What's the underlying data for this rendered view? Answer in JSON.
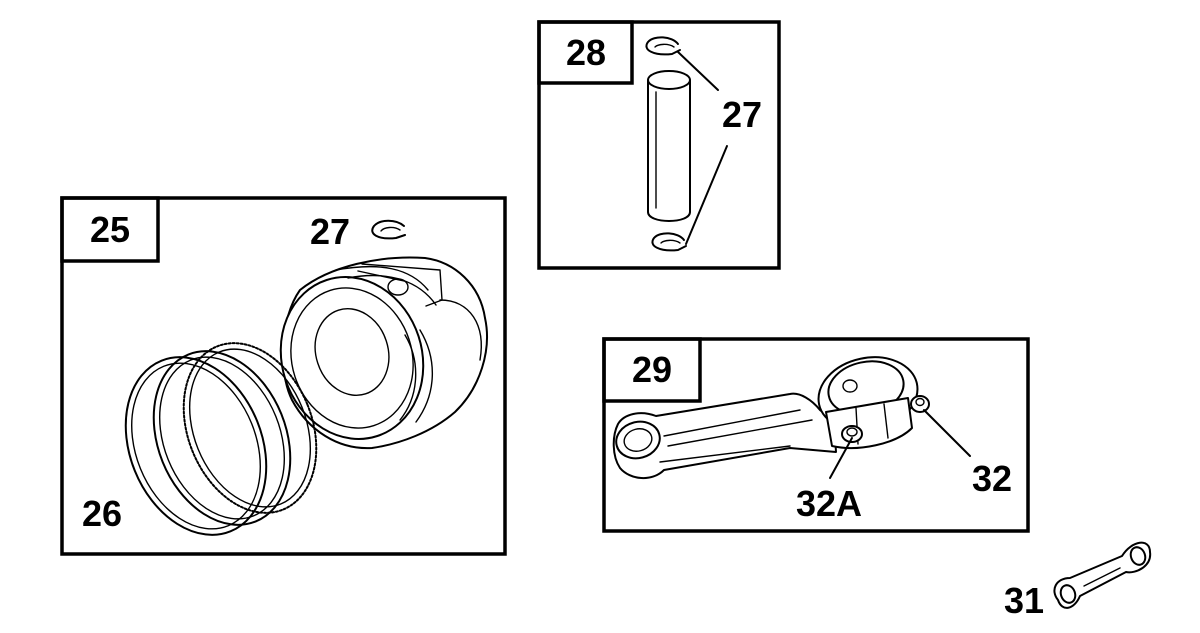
{
  "callouts": {
    "box_25": "25",
    "box_28": "28",
    "box_29": "29",
    "piston_clip": "27",
    "pin_clips": "27",
    "rings": "26",
    "rod_bolt_right": "32",
    "rod_bolt_left": "32A",
    "rod_lock": "31"
  },
  "colors": {
    "line": "#000000",
    "background": "#ffffff"
  }
}
